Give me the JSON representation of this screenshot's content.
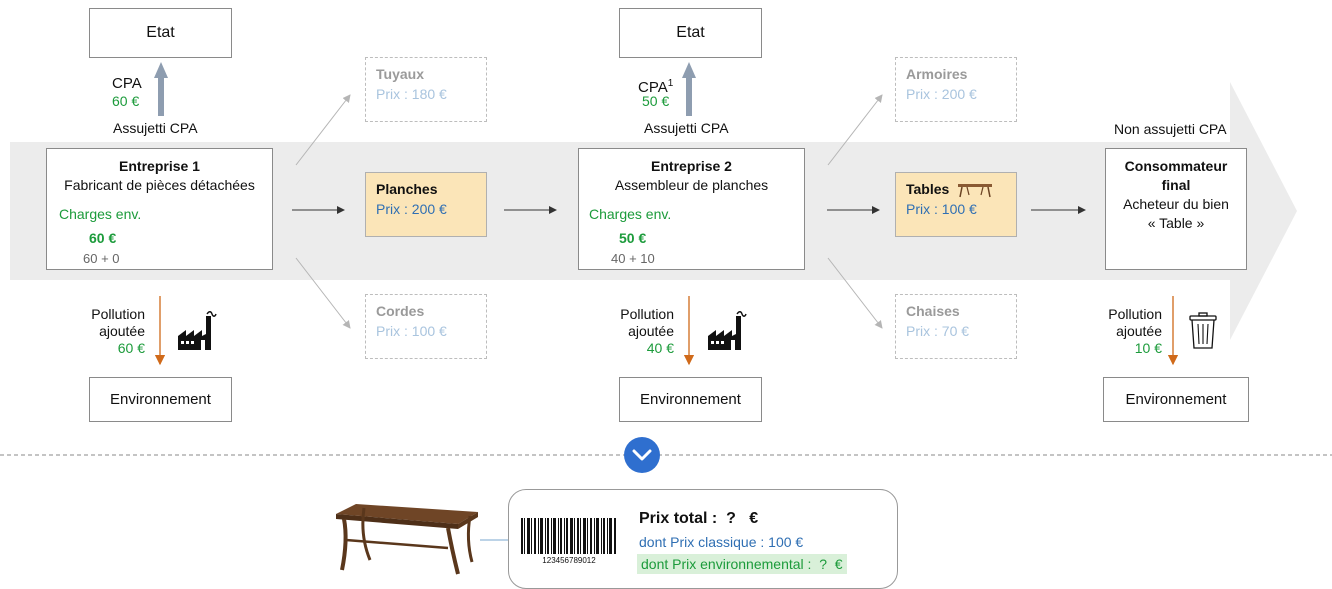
{
  "stage1": {
    "state": "Etat",
    "cpa_label": "CPA",
    "cpa_value": "60 €",
    "subject": "Assujetti CPA",
    "company_title": "Entreprise 1",
    "company_desc": "Fabricant de pièces détachées",
    "charges_label": "Charges env.",
    "charges_value": "60 €",
    "charges_detail": "60 + 0",
    "pollution_label_1": "Pollution",
    "pollution_label_2": "ajoutée",
    "pollution_value": "60 €",
    "environment": "Environnement"
  },
  "stage2": {
    "state": "Etat",
    "cpa_label": "CPA",
    "cpa_sup": "1",
    "cpa_value": "50 €",
    "subject": "Assujetti CPA",
    "company_title": "Entreprise 2",
    "company_desc": "Assembleur de planches",
    "charges_label": "Charges env.",
    "charges_value": "50 €",
    "charges_detail": "40 + 10",
    "pollution_label_1": "Pollution",
    "pollution_label_2": "ajoutée",
    "pollution_value": "40 €",
    "environment": "Environnement"
  },
  "stage3": {
    "subject": "Non assujetti CPA",
    "title_1": "Consommateur",
    "title_2": "final",
    "desc_1": "Acheteur du bien",
    "desc_2": "« Table »",
    "pollution_label_1": "Pollution",
    "pollution_label_2": "ajoutée",
    "pollution_value": "10 €",
    "environment": "Environnement"
  },
  "products": {
    "tuyaux": {
      "name": "Tuyaux",
      "price": "Prix : 180 €"
    },
    "planches": {
      "name": "Planches",
      "price": "Prix : 200 €"
    },
    "cordes": {
      "name": "Cordes",
      "price": "Prix : 100 €"
    },
    "armoires": {
      "name": "Armoires",
      "price": "Prix : 200 €"
    },
    "tables": {
      "name": "Tables",
      "price": "Prix : 100 €"
    },
    "chaises": {
      "name": "Chaises",
      "price": "Prix : 70 €"
    }
  },
  "label": {
    "total": "Prix total :  ?   €",
    "classic": "dont Prix classique : 100 €",
    "environmental": "dont Prix environnemental :  ?  €",
    "barcode_number": "123456789012"
  },
  "colors": {
    "green": "#1c9b3b",
    "blue": "#2f6fb3",
    "highlight": "#fbe5b8",
    "band": "#ececec",
    "pollution_arrow": "#d06a1a",
    "cpa_arrow": "#8e9db0",
    "expand_button": "#2f6fcf"
  },
  "icons": [
    "factory-icon",
    "trash-icon",
    "table-icon",
    "chevron-down-icon",
    "barcode-icon"
  ]
}
